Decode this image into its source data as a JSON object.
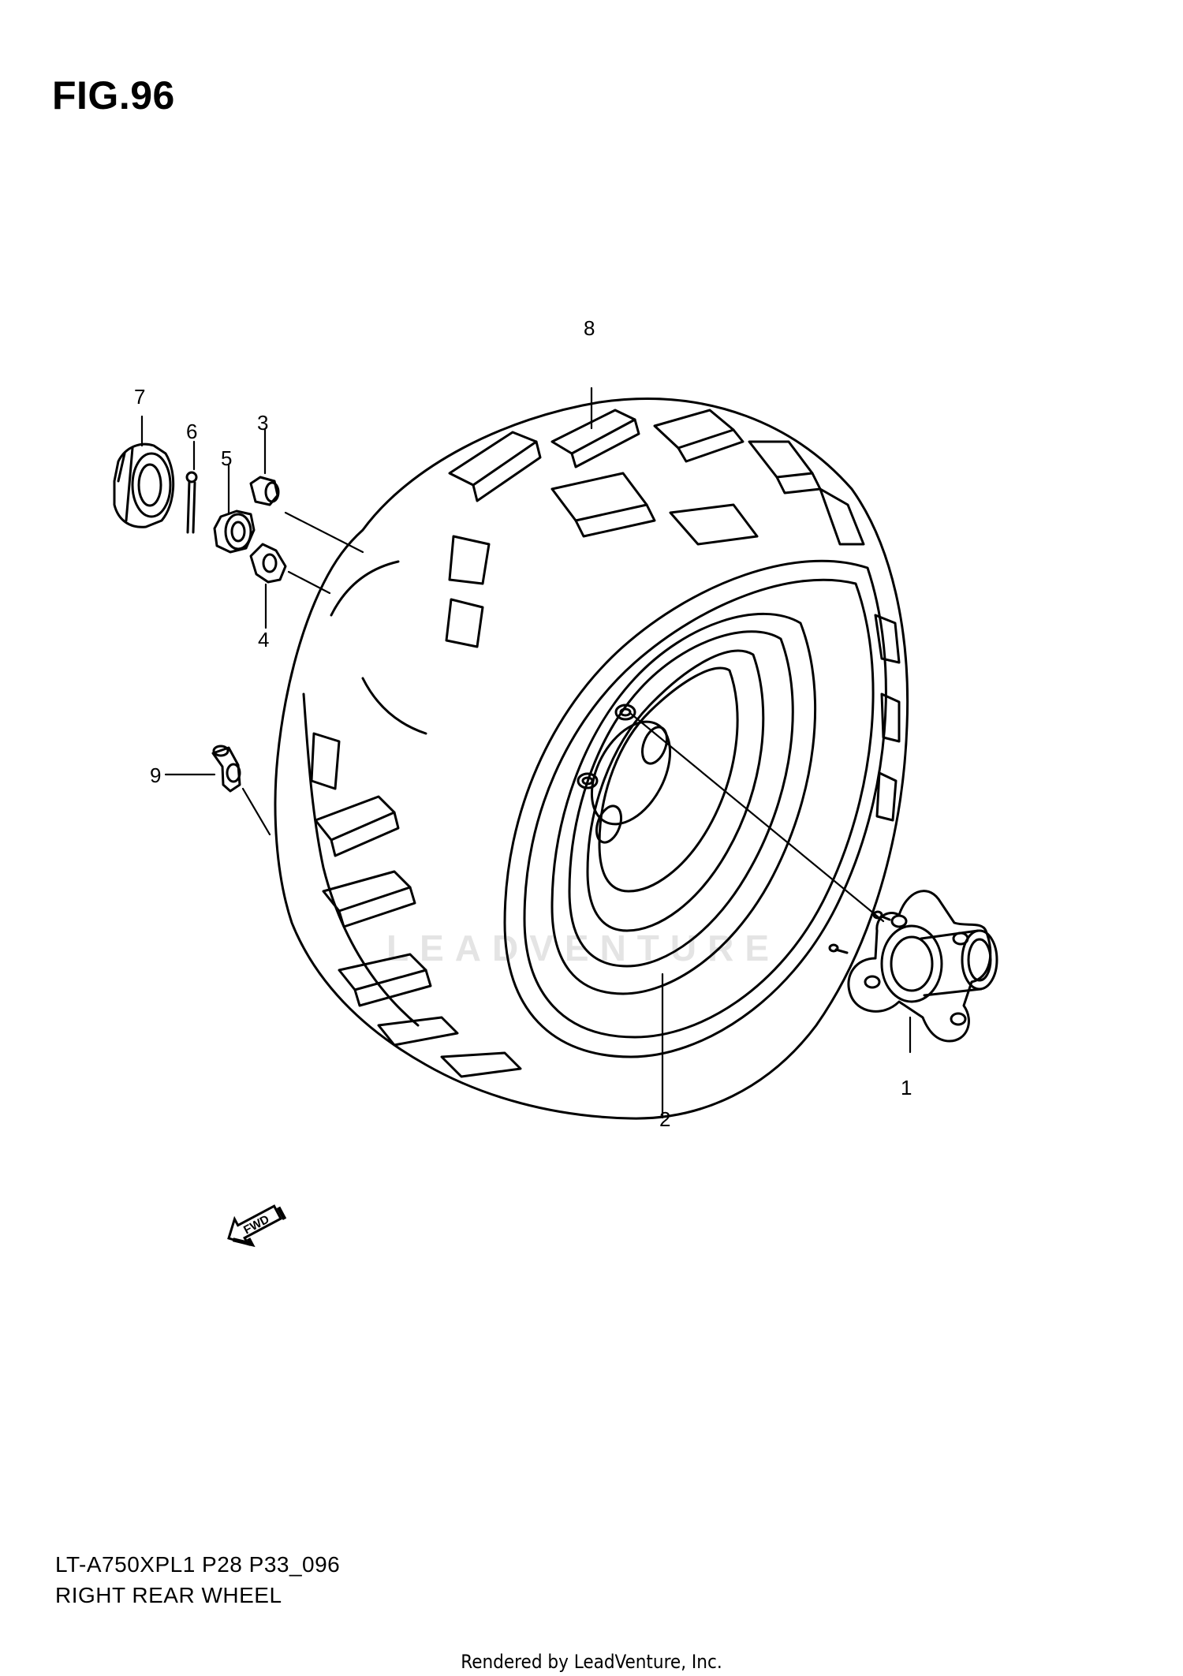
{
  "figure": {
    "title": "FIG.96"
  },
  "callouts": [
    {
      "id": "1",
      "label": "1"
    },
    {
      "id": "2",
      "label": "2"
    },
    {
      "id": "3",
      "label": "3"
    },
    {
      "id": "4",
      "label": "4"
    },
    {
      "id": "5",
      "label": "5"
    },
    {
      "id": "6",
      "label": "6"
    },
    {
      "id": "7",
      "label": "7"
    },
    {
      "id": "8",
      "label": "8"
    },
    {
      "id": "9",
      "label": "9"
    }
  ],
  "watermark": "LEADVENTURE",
  "fwd_arrow": {
    "label": "FWD",
    "icon": "fwd-arrow-icon"
  },
  "footer": {
    "model_code": "LT-A750XPL1 P28 P33_096",
    "section_name": "RIGHT REAR WHEEL"
  },
  "rendered_by": "Rendered by LeadVenture, Inc."
}
